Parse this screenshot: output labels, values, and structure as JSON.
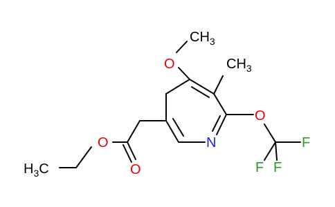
{
  "molecule": {
    "atoms": {
      "O_methoxy": "O",
      "CH3_methoxy_base": "CH",
      "CH3_methoxy_sub": "3",
      "CH3_methyl_base": "CH",
      "CH3_methyl_sub": "3",
      "O_ocf3": "O",
      "N_ring": "N",
      "F_1": "F",
      "F_2": "F",
      "F_3": "F",
      "O_ester": "O",
      "O_carbonyl": "O",
      "H3C_base": "H",
      "H3C_sub": "3",
      "H3C_c": "C"
    },
    "colors": {
      "bond": "#000000",
      "oxygen": "#e8000b",
      "nitrogen": "#2020e8",
      "fluorine": "#2a9a2a",
      "carbon_label": "#000000"
    }
  }
}
